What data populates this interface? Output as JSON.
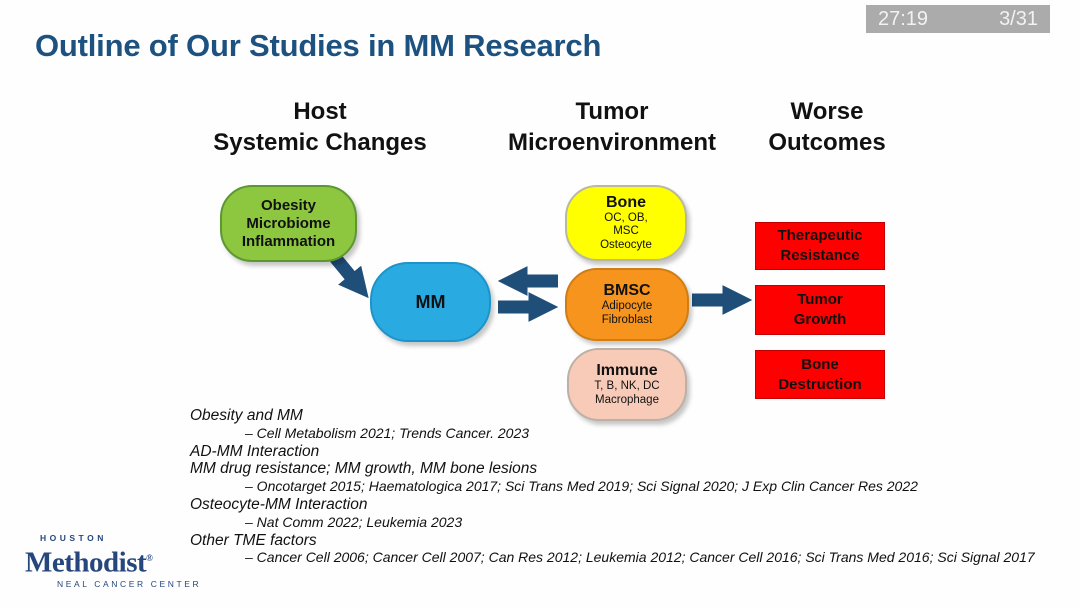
{
  "overlay": {
    "timer": "27:19",
    "slide_counter": "3/31"
  },
  "title": "Outline of Our Studies in MM Research",
  "columns": [
    {
      "line1": "Host",
      "line2": "Systemic Changes"
    },
    {
      "line1": "Tumor",
      "line2": "Microenvironment"
    },
    {
      "line1": "Worse",
      "line2": "Outcomes"
    }
  ],
  "diagram": {
    "host_box": {
      "line1": "Obesity",
      "line2": "Microbiome",
      "line3": "Inflammation",
      "fill": "#8dc63f"
    },
    "mm_box": {
      "label": "MM",
      "fill": "#29abe2"
    },
    "bone_box": {
      "title": "Bone",
      "sub1": "OC, OB,",
      "sub2": "MSC",
      "sub3": "Osteocyte",
      "fill": "#ffff00"
    },
    "bmsc_box": {
      "title": "BMSC",
      "sub1": "Adipocyte",
      "sub2": "Fibroblast",
      "fill": "#f7941d"
    },
    "immune_box": {
      "title": "Immune",
      "sub1": "T, B, NK, DC",
      "sub2": "Macrophage",
      "fill": "#f8cbb8"
    },
    "outcomes": [
      {
        "line1": "Therapeutic",
        "line2": "Resistance"
      },
      {
        "line1": "Tumor",
        "line2": "Growth"
      },
      {
        "line1": "Bone",
        "line2": "Destruction"
      }
    ],
    "outcome_fill": "#fe0000",
    "arrow_color": "#1f4e79"
  },
  "references": {
    "lines": [
      {
        "text": "Obesity and MM",
        "style": "heading"
      },
      {
        "text": "– Cell Metabolism 2021; Trends Cancer. 2023",
        "style": "ref"
      },
      {
        "text": "AD-MM Interaction",
        "style": "heading"
      },
      {
        "text": "MM drug resistance; MM growth, MM bone lesions",
        "style": "heading"
      },
      {
        "text": "– Oncotarget 2015; Haematologica 2017; Sci Trans Med 2019; Sci Signal 2020; J Exp Clin Cancer Res 2022",
        "style": "ref"
      },
      {
        "text": "Osteocyte-MM Interaction",
        "style": "heading"
      },
      {
        "text": "– Nat Comm 2022; Leukemia 2023",
        "style": "ref"
      },
      {
        "text": "Other TME factors",
        "style": "heading"
      },
      {
        "text": "– Cancer Cell 2006; Cancer Cell 2007; Can Res 2012; Leukemia 2012; Cancer Cell 2016; Sci Trans Med 2016; Sci Signal 2017",
        "style": "ref"
      }
    ]
  },
  "logo": {
    "top": "HOUSTON",
    "name": "Methodist",
    "registered": "®",
    "bottom": "NEAL CANCER CENTER",
    "color": "#26477d"
  },
  "colors": {
    "title": "#1d5280",
    "header_text": "#111111",
    "timer_bg": "#ababab",
    "timer_text": "#f2f2f2"
  }
}
